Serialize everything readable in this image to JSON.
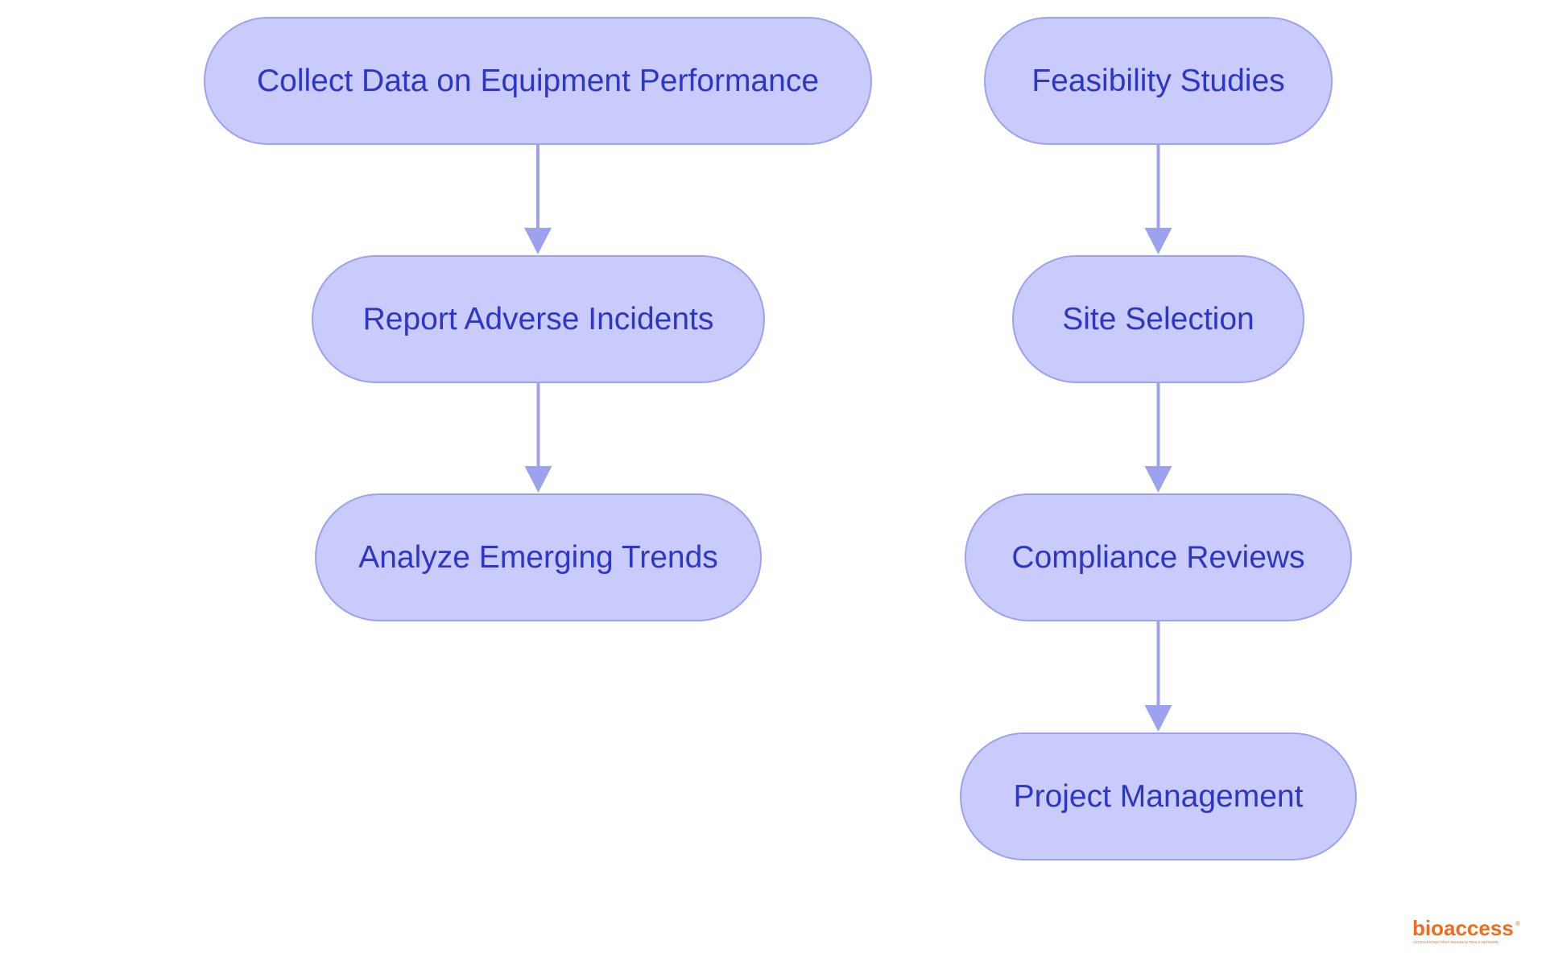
{
  "colors": {
    "node_fill": "#c9cbfc",
    "node_border": "#9da2ef",
    "node_text": "#2e36c4",
    "arrow": "#9da2ef",
    "logo": "#f26a1b"
  },
  "diagram": {
    "left_flow": [
      {
        "id": "collect",
        "label": "Collect Data on Equipment Performance"
      },
      {
        "id": "report",
        "label": "Report Adverse Incidents"
      },
      {
        "id": "analyze",
        "label": "Analyze Emerging Trends"
      }
    ],
    "right_flow": [
      {
        "id": "feasibility",
        "label": "Feasibility Studies"
      },
      {
        "id": "site",
        "label": "Site Selection"
      },
      {
        "id": "compliance",
        "label": "Compliance Reviews"
      },
      {
        "id": "project",
        "label": "Project Management"
      }
    ],
    "edges": [
      {
        "from": "collect",
        "to": "report"
      },
      {
        "from": "report",
        "to": "analyze"
      },
      {
        "from": "feasibility",
        "to": "site"
      },
      {
        "from": "site",
        "to": "compliance"
      },
      {
        "from": "compliance",
        "to": "project"
      }
    ]
  },
  "logo": {
    "wordmark": "bioaccess",
    "registered": "®",
    "tagline": "ACCELERATING FIRST-IN-HUMAN TRIALS NETWORK"
  }
}
